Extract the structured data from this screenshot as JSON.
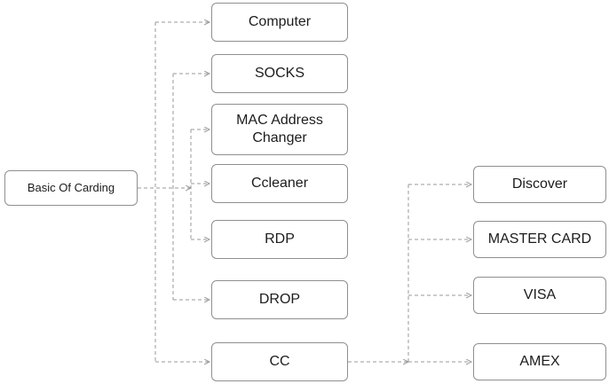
{
  "diagram": {
    "title": "Basic Of Carding flowchart",
    "colors": {
      "line": "#9a9a9a",
      "border": "#8f8f8f",
      "text": "#1c1c1c",
      "background": "#ffffff"
    },
    "root": {
      "label": "Basic Of Carding"
    },
    "level1": [
      {
        "id": "computer",
        "label": "Computer"
      },
      {
        "id": "socks",
        "label": "SOCKS"
      },
      {
        "id": "mac-address-changer",
        "label": "MAC Address Changer"
      },
      {
        "id": "ccleaner",
        "label": "Ccleaner"
      },
      {
        "id": "rdp",
        "label": "RDP"
      },
      {
        "id": "drop",
        "label": "DROP"
      },
      {
        "id": "cc",
        "label": "CC"
      }
    ],
    "level2": [
      {
        "id": "discover",
        "label": "Discover"
      },
      {
        "id": "master-card",
        "label": "MASTER CARD"
      },
      {
        "id": "visa",
        "label": "VISA"
      },
      {
        "id": "amex",
        "label": "AMEX"
      }
    ],
    "edges": [
      "Basic Of Carding -> Computer",
      "Basic Of Carding -> SOCKS",
      "Basic Of Carding -> MAC Address Changer",
      "Basic Of Carding -> Ccleaner",
      "Basic Of Carding -> RDP",
      "Basic Of Carding -> DROP",
      "Basic Of Carding -> CC",
      "CC -> Discover",
      "CC -> MASTER CARD",
      "CC -> VISA",
      "CC -> AMEX"
    ]
  }
}
